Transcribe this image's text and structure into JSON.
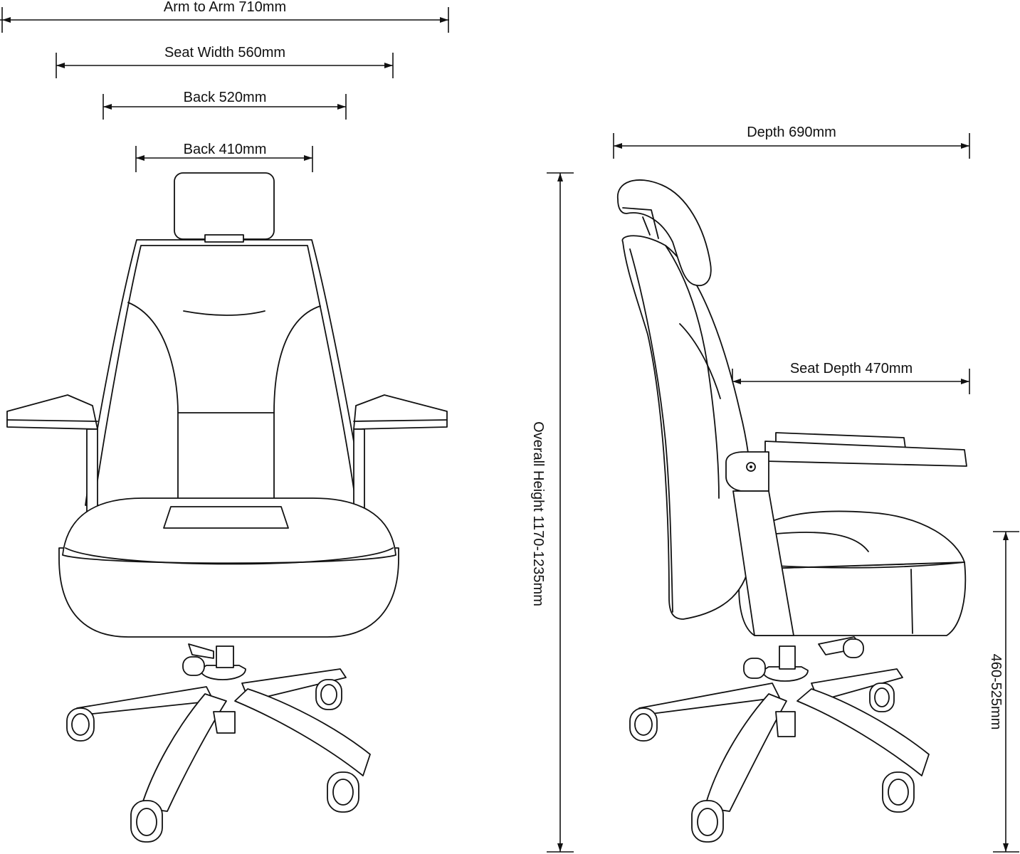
{
  "dimensions": {
    "arm_to_arm": "Arm to Arm 710mm",
    "seat_width": "Seat Width 560mm",
    "back_outer": "Back 520mm",
    "back_inner": "Back  410mm",
    "depth": "Depth 690mm",
    "seat_depth": "Seat Depth 470mm",
    "overall_height": "Overall Height 1170-1235mm",
    "seat_height": "460-525mm"
  },
  "colors": {
    "line": "#111111",
    "background": "#ffffff"
  }
}
